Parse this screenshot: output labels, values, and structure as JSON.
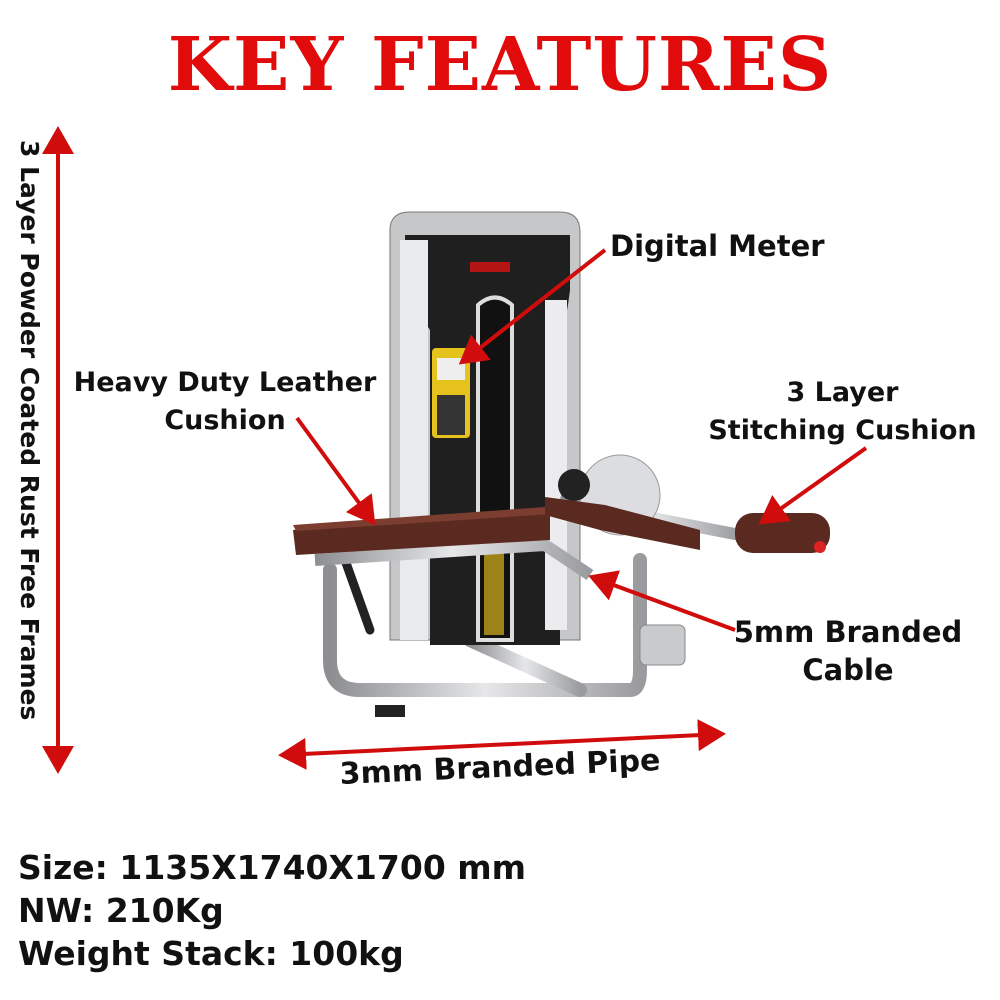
{
  "title": "KEY FEATURES",
  "callouts": {
    "digital_meter": "Digital Meter",
    "leather_line1": "Heavy Duty Leather",
    "leather_line2": "Cushion",
    "stitching_line1": "3 Layer",
    "stitching_line2": "Stitching Cushion",
    "cable_line1": "5mm Branded",
    "cable_line2": "Cable"
  },
  "frame_label": "3 Layer Powder Coated Rust Free Frames",
  "pipe_label": "3mm Branded Pipe",
  "specs": {
    "size": "Size: 1135X1740X1700 mm",
    "nw": "NW: 210Kg",
    "stack": "Weight Stack: 100kg"
  },
  "colors": {
    "accent": "#e10b0b",
    "cushion": "#5a2a20",
    "frame": "#c8c9cb",
    "panel": "#1e1e1e"
  }
}
